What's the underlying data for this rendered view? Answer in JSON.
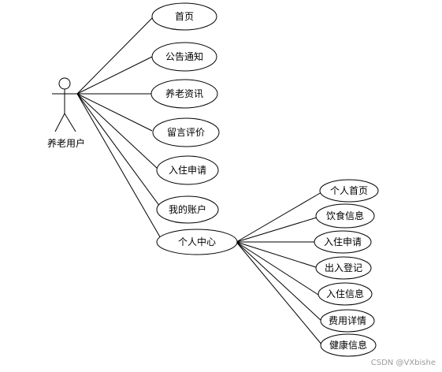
{
  "actor": {
    "label": "养老用户"
  },
  "usecases": [
    {
      "id": "home",
      "label": "首页"
    },
    {
      "id": "notice",
      "label": "公告通知"
    },
    {
      "id": "news",
      "label": "养老资讯"
    },
    {
      "id": "review",
      "label": "留言评价"
    },
    {
      "id": "apply",
      "label": "入住申请"
    },
    {
      "id": "account",
      "label": "我的账户"
    },
    {
      "id": "center",
      "label": "个人中心"
    }
  ],
  "subcases": [
    {
      "id": "personal-home",
      "label": "个人首页"
    },
    {
      "id": "diet",
      "label": "饮食信息"
    },
    {
      "id": "checkin-apply",
      "label": "入住申请"
    },
    {
      "id": "checkout",
      "label": "出入登记"
    },
    {
      "id": "checkin-info",
      "label": "入住信息"
    },
    {
      "id": "fee",
      "label": "费用详情"
    },
    {
      "id": "health",
      "label": "健康信息"
    }
  ],
  "watermark": "CSDN @VXbishe"
}
